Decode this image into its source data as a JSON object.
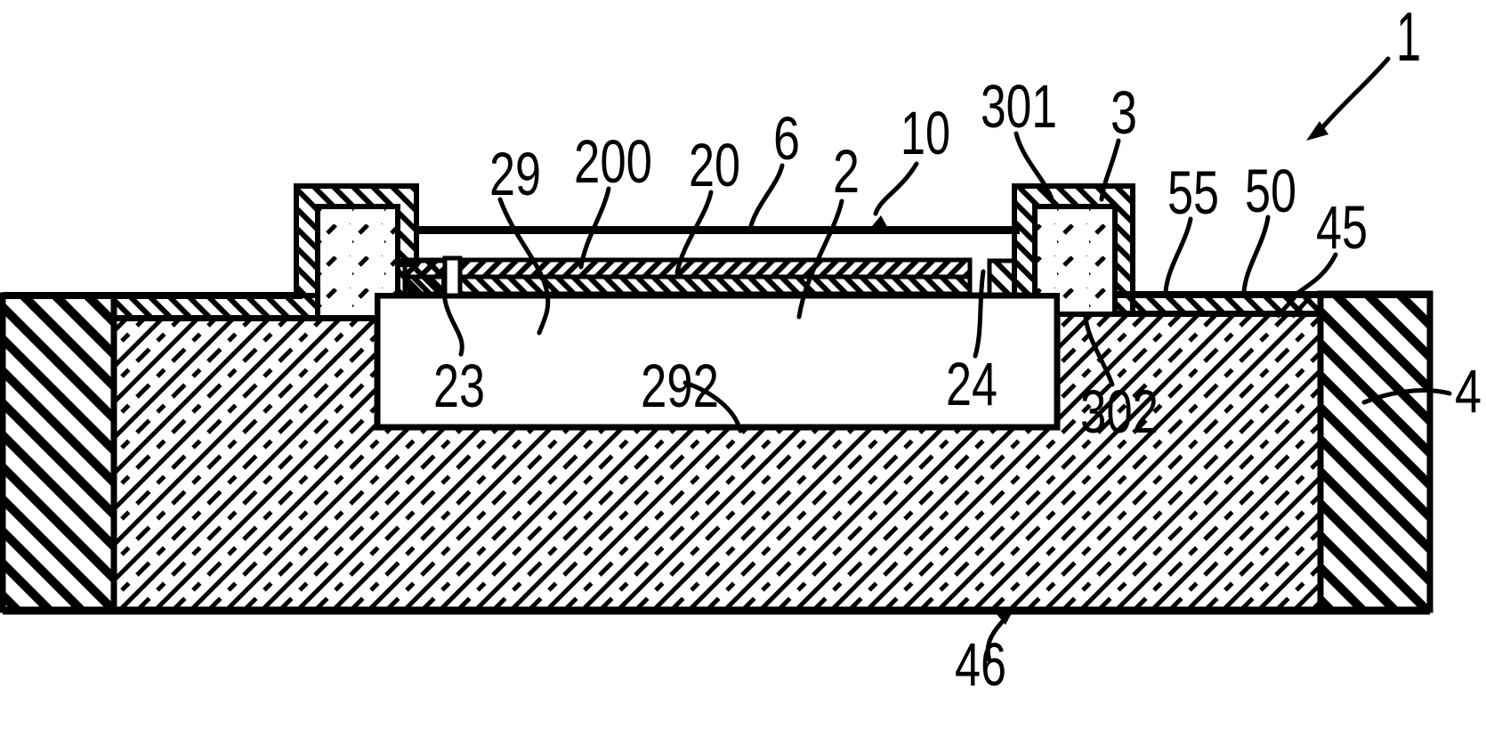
{
  "figure": {
    "kind": "patent-cross-section",
    "colors": {
      "ink": "#000000",
      "paper": "#ffffff"
    },
    "labels": {
      "r1": "1",
      "r2": "2",
      "r3": "3",
      "r4": "4",
      "r6": "6",
      "r10": "10",
      "r20": "20",
      "r23": "23",
      "r24": "24",
      "r29": "29",
      "r45": "45",
      "r46": "46",
      "r50": "50",
      "r55": "55",
      "r200": "200",
      "r292": "292",
      "r301": "301",
      "r302": "302"
    }
  }
}
